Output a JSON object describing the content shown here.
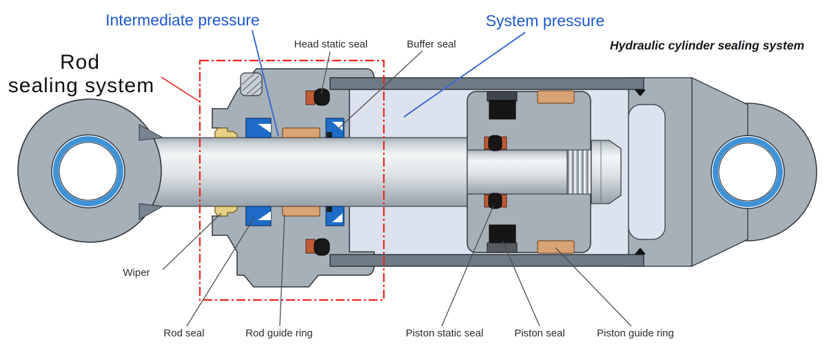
{
  "diagram_title": "Hydraulic cylinder sealing system",
  "region_labels": {
    "rod_sealing_line1": "Rod",
    "rod_sealing_line2": "sealing system",
    "intermediate_pressure": "Intermediate pressure",
    "system_pressure": "System pressure"
  },
  "part_labels": {
    "head_static_seal": "Head static seal",
    "buffer_seal": "Buffer seal",
    "wiper": "Wiper",
    "rod_seal": "Rod seal",
    "rod_guide_ring": "Rod guide ring",
    "piston_static_seal": "Piston static seal",
    "piston_seal": "Piston seal",
    "piston_guide_ring": "Piston guide ring"
  },
  "colors": {
    "highlight_red": "#e8231c",
    "pressure_blue": "#1b57d0",
    "leader_gray": "#4d4d4d",
    "body_gray": "#a6b0b9",
    "barrel_gray": "#6e7b87",
    "bore_light": "#dde3ee",
    "seal_blue": "#1e6cc8",
    "guide_ring_tan": "#d9a473",
    "wiper_yellow": "#e6d083",
    "backup_orange": "#c05c36",
    "seal_black": "#181818",
    "bushing_blue": "#3e92d6"
  }
}
